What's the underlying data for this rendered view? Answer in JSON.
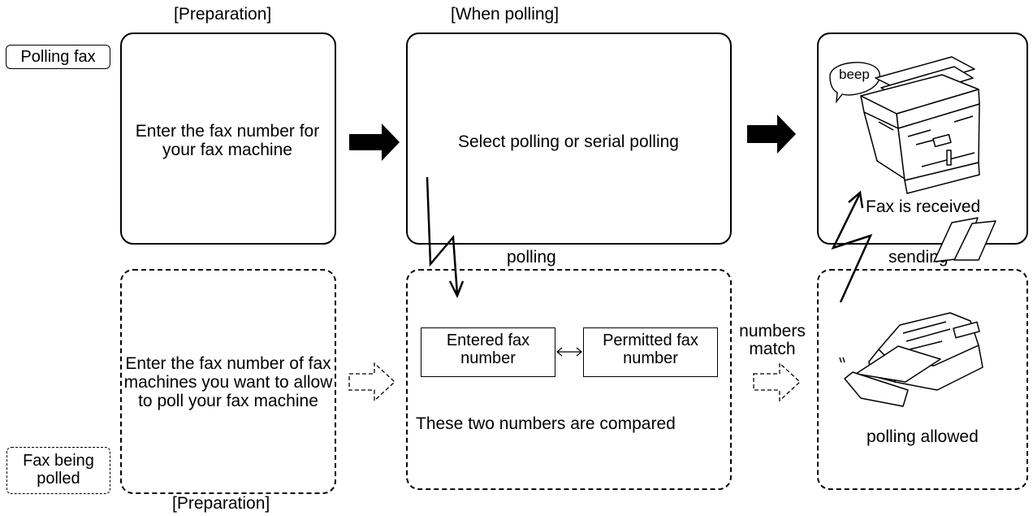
{
  "header": {
    "preparation": "[Preparation]",
    "when_polling": "[When polling]"
  },
  "footer": {
    "preparation": "[Preparation]"
  },
  "tags": {
    "polling_fax": "Polling fax",
    "fax_being_polled": "Fax being polled"
  },
  "top_row": {
    "prep_text": "Enter the fax number for your fax machine",
    "polling_text": "Select polling or serial polling",
    "beep": "beep",
    "received": "Fax is received"
  },
  "bottom_row": {
    "prep_text": "Enter the fax number of fax machines you want to allow to poll your fax machine",
    "entered_number": "Entered fax number",
    "permitted_number": "Permitted fax number",
    "compare_text": "These two numbers are compared",
    "numbers_match": "numbers match",
    "polling_allowed": "polling allowed"
  },
  "signals": {
    "polling": "polling",
    "sending": "sending"
  }
}
